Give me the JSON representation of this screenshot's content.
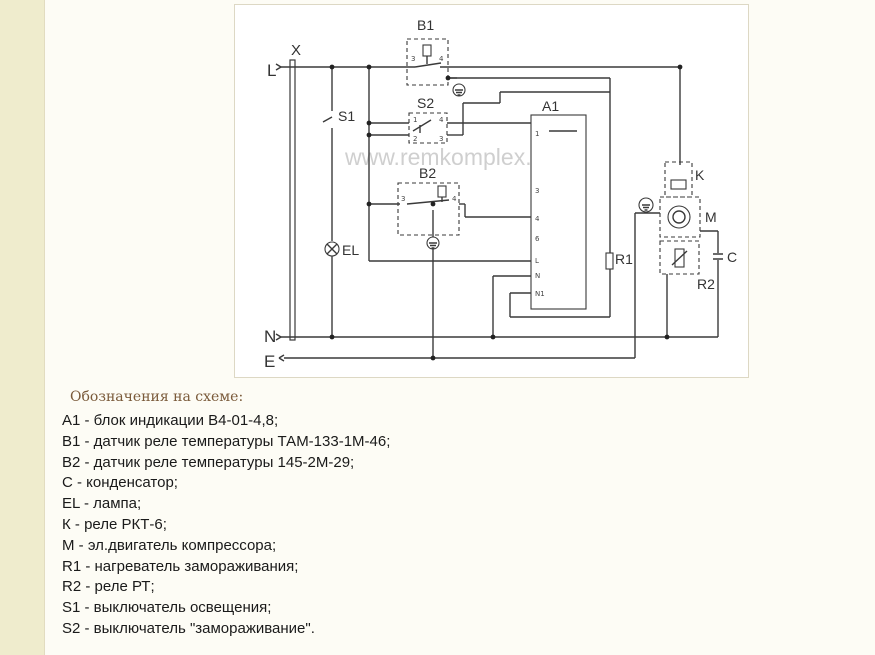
{
  "diagram": {
    "watermark": "www.remkomplex.ru",
    "terminals": {
      "line": "L",
      "neutral": "N",
      "earth": "E",
      "x": "X"
    },
    "labels": {
      "b1": "B1",
      "s2": "S2",
      "a1": "A1",
      "s1": "S1",
      "b2": "B2",
      "k": "K",
      "m": "M",
      "r1": "R1",
      "c": "C",
      "r2": "R2",
      "el": "EL"
    },
    "a1_pins": [
      "1",
      "3",
      "4",
      "6",
      "L",
      "N",
      "N1"
    ],
    "b1_pins": [
      "3",
      "4"
    ],
    "b2_pins": [
      "3",
      "4"
    ],
    "s2_pins": [
      "1",
      "2",
      "4",
      "3"
    ]
  },
  "legend": {
    "caption": "Обозначения на схеме:",
    "items": [
      "A1 - блок индикации В4-01-4,8;",
      "В1 - датчик реле температуры ТАМ-133-1М-46;",
      "В2 - датчик реле температуры 145-2М-29;",
      "С - конденсатор;",
      "EL - лампа;",
      "К - реле РКТ-6;",
      "М - эл.двигатель компрессора;",
      "R1 - нагреватель замораживания;",
      "R2 - реле РТ;",
      "S1 - выключатель освещения;",
      "S2 - выключатель \"замораживание\"."
    ]
  }
}
